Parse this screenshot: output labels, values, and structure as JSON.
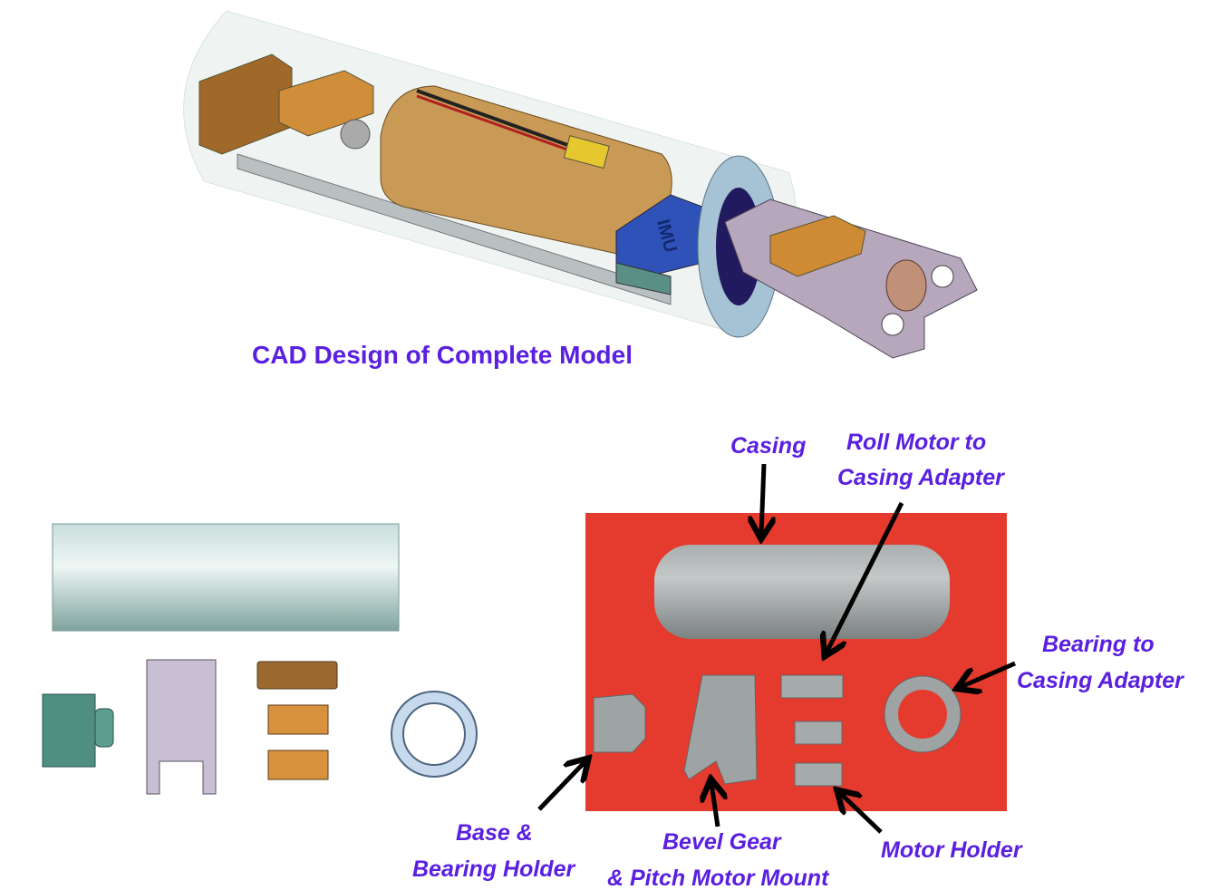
{
  "title": "CAD Design of Complete Model",
  "cad_model": {
    "imu_label": "IMU"
  },
  "labels": {
    "casing": "Casing",
    "roll_adapter": [
      "Roll Motor to",
      "Casing Adapter"
    ],
    "bearing_adapter": [
      "Bearing to",
      "Casing Adapter"
    ],
    "base_holder": [
      "Base &",
      "Bearing Holder"
    ],
    "bevel_gear": [
      "Bevel Gear",
      "& Pitch Motor Mount"
    ],
    "motor_holder": "Motor Holder"
  },
  "colors": {
    "label": "#5a1fe0",
    "photo_bg": "#e53a2e",
    "printed_part": "#9ea3a3"
  }
}
